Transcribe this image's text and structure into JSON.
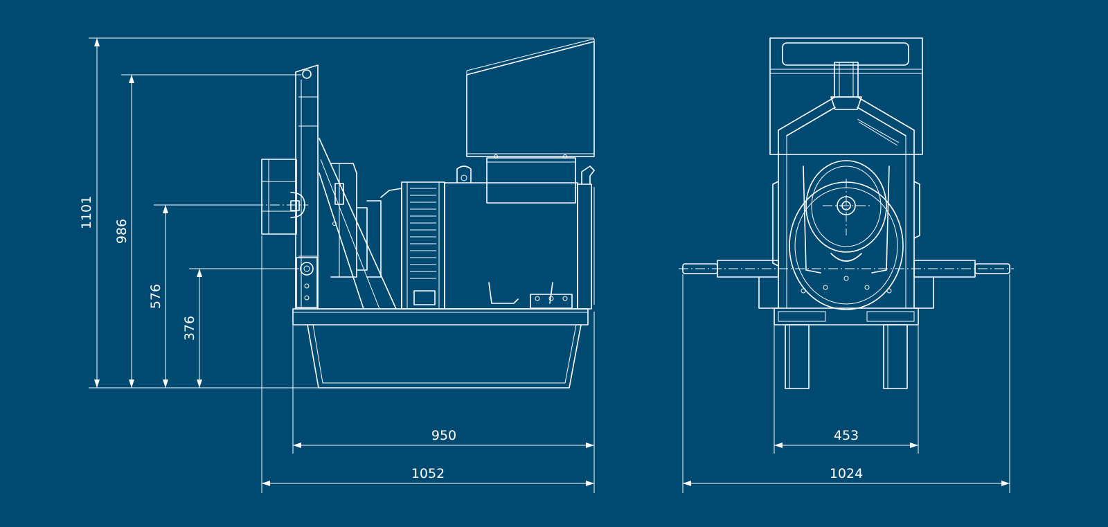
{
  "colors": {
    "background": "#004a72",
    "line": "#ffffff"
  },
  "dimensions": {
    "side_view": {
      "height_total": "1101",
      "height_lifting_eye": "986",
      "height_shaft_axis": "576",
      "height_mount": "376",
      "length_frame": "950",
      "length_total": "1052"
    },
    "front_view": {
      "width_frame": "453",
      "width_total": "1024"
    }
  }
}
